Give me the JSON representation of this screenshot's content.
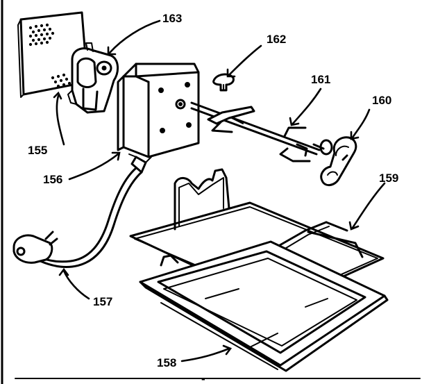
{
  "callouts": {
    "c155": "155",
    "c156": "156",
    "c157": "157",
    "c158": "158",
    "c159": "159",
    "c160": "160",
    "c161": "161",
    "c162": "162",
    "c163": "163"
  },
  "page_marks": {
    "bottom_mark": "-"
  }
}
